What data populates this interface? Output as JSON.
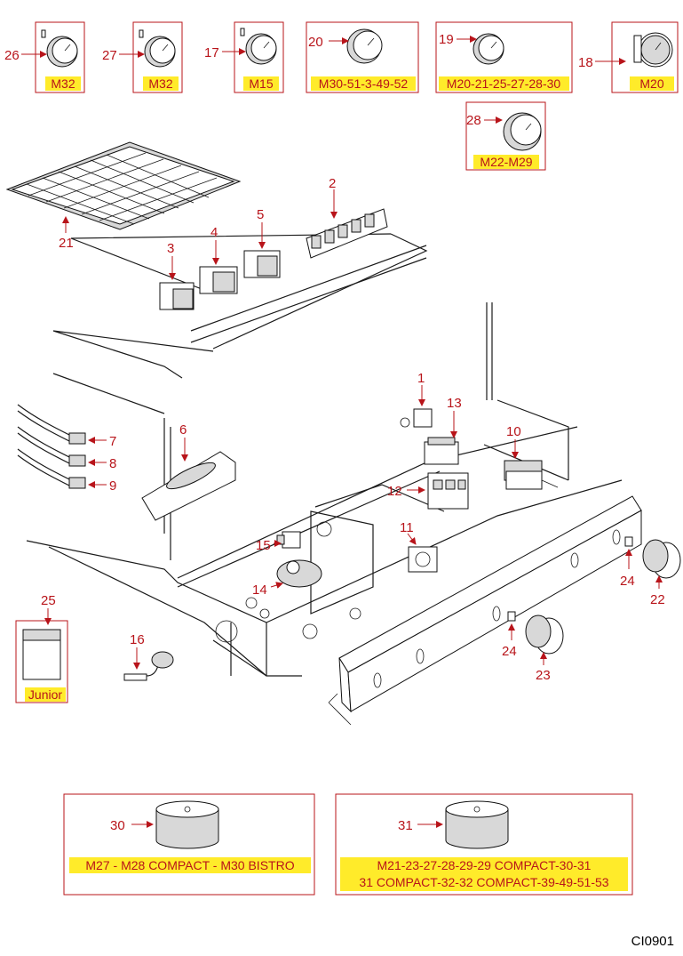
{
  "figure_code": "CI0901",
  "gauges": [
    {
      "num": "26",
      "model": "M32"
    },
    {
      "num": "27",
      "model": "M32"
    },
    {
      "num": "17",
      "model": "M15"
    },
    {
      "num": "20",
      "model": "M30-51-3-49-52"
    },
    {
      "num": "19",
      "model": "M20-21-25-27-28-30"
    },
    {
      "num": "18",
      "model": "M20"
    },
    {
      "num": "28",
      "model": "M22-M29"
    }
  ],
  "parts": [
    "1",
    "2",
    "3",
    "4",
    "5",
    "6",
    "7",
    "8",
    "9",
    "10",
    "11",
    "12",
    "13",
    "14",
    "15",
    "16",
    "21",
    "22",
    "23",
    "24",
    "24"
  ],
  "junior_box": {
    "num": "25",
    "label": "Junior"
  },
  "feet": [
    {
      "num": "30",
      "lines": [
        "M27 - M28 COMPACT - M30 BISTRO"
      ]
    },
    {
      "num": "31",
      "lines": [
        "M21-23-27-28-29-29 COMPACT-30-31",
        "31 COMPACT-32-32 COMPACT-39-49-51-53"
      ]
    }
  ]
}
